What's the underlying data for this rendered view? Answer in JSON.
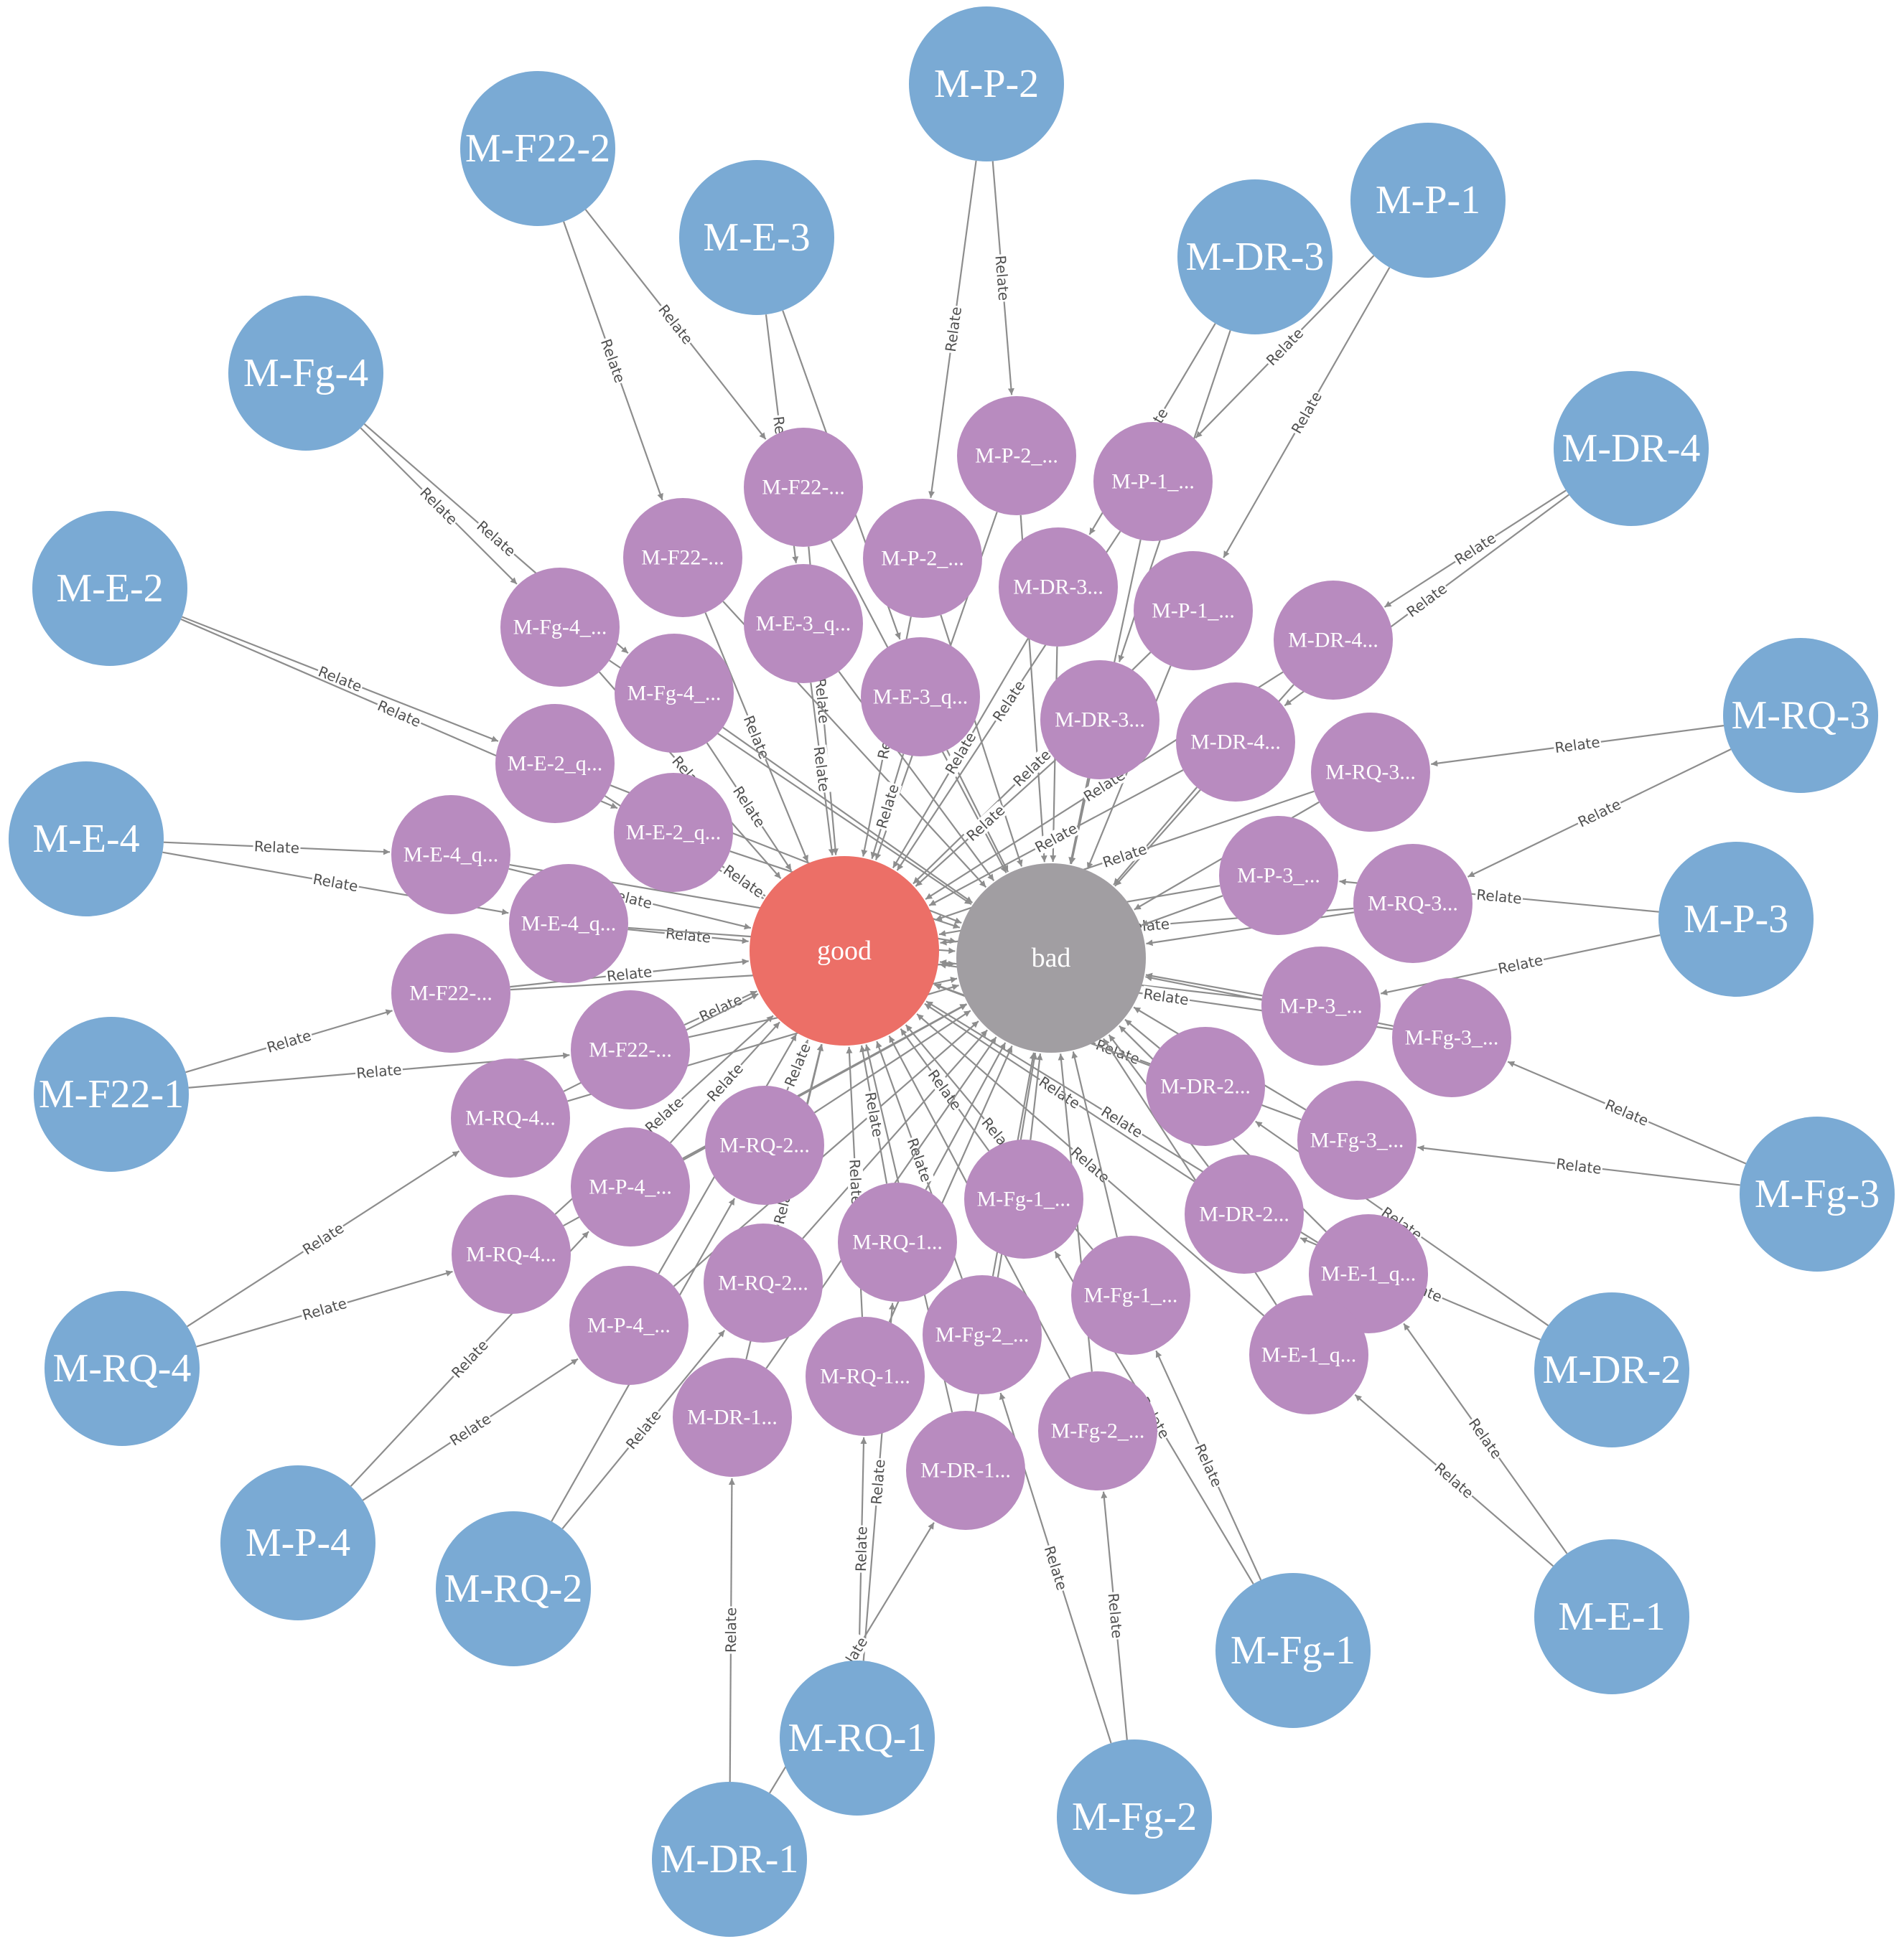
{
  "colors": {
    "source_node": "#7aaad4",
    "query_node": "#b88bbf",
    "good_node": "#ec6f67",
    "bad_node": "#a19ea2",
    "edge": "#8d8d8d"
  },
  "edge_label": "Relate",
  "hubs": [
    {
      "id": "good",
      "label": "good"
    },
    {
      "id": "bad",
      "label": "bad"
    }
  ],
  "sources": [
    {
      "id": "M-P-2",
      "label": "M-P-2"
    },
    {
      "id": "M-F22-2",
      "label": "M-F22-2"
    },
    {
      "id": "M-E-3",
      "label": "M-E-3"
    },
    {
      "id": "M-P-1",
      "label": "M-P-1"
    },
    {
      "id": "M-DR-3",
      "label": "M-DR-3"
    },
    {
      "id": "M-Fg-4",
      "label": "M-Fg-4"
    },
    {
      "id": "M-DR-4",
      "label": "M-DR-4"
    },
    {
      "id": "M-E-2",
      "label": "M-E-2"
    },
    {
      "id": "M-RQ-3",
      "label": "M-RQ-3"
    },
    {
      "id": "M-E-4",
      "label": "M-E-4"
    },
    {
      "id": "M-P-3",
      "label": "M-P-3"
    },
    {
      "id": "M-F22-1",
      "label": "M-F22-1"
    },
    {
      "id": "M-Fg-3",
      "label": "M-Fg-3"
    },
    {
      "id": "M-RQ-4",
      "label": "M-RQ-4"
    },
    {
      "id": "M-DR-2",
      "label": "M-DR-2"
    },
    {
      "id": "M-P-4",
      "label": "M-P-4"
    },
    {
      "id": "M-RQ-2",
      "label": "M-RQ-2"
    },
    {
      "id": "M-E-1",
      "label": "M-E-1"
    },
    {
      "id": "M-Fg-1",
      "label": "M-Fg-1"
    },
    {
      "id": "M-RQ-1",
      "label": "M-RQ-1"
    },
    {
      "id": "M-Fg-2",
      "label": "M-Fg-2"
    },
    {
      "id": "M-DR-1",
      "label": "M-DR-1"
    }
  ],
  "queries": [
    {
      "id": "q-P-2-a",
      "label": "M-P-2_...",
      "source": "M-P-2"
    },
    {
      "id": "q-P-2-b",
      "label": "M-P-2_...",
      "source": "M-P-2"
    },
    {
      "id": "q-F22-2-a",
      "label": "M-F22-...",
      "source": "M-F22-2"
    },
    {
      "id": "q-F22-2-b",
      "label": "M-F22-...",
      "source": "M-F22-2"
    },
    {
      "id": "q-E-3-a",
      "label": "M-E-3_q...",
      "source": "M-E-3"
    },
    {
      "id": "q-E-3-b",
      "label": "M-E-3_q...",
      "source": "M-E-3"
    },
    {
      "id": "q-P-1-a",
      "label": "M-P-1_...",
      "source": "M-P-1"
    },
    {
      "id": "q-P-1-b",
      "label": "M-P-1_...",
      "source": "M-P-1"
    },
    {
      "id": "q-DR-3-a",
      "label": "M-DR-3...",
      "source": "M-DR-3"
    },
    {
      "id": "q-DR-3-b",
      "label": "M-DR-3...",
      "source": "M-DR-3"
    },
    {
      "id": "q-Fg-4-a",
      "label": "M-Fg-4_...",
      "source": "M-Fg-4"
    },
    {
      "id": "q-Fg-4-b",
      "label": "M-Fg-4_...",
      "source": "M-Fg-4"
    },
    {
      "id": "q-DR-4-a",
      "label": "M-DR-4...",
      "source": "M-DR-4"
    },
    {
      "id": "q-DR-4-b",
      "label": "M-DR-4...",
      "source": "M-DR-4"
    },
    {
      "id": "q-E-2-a",
      "label": "M-E-2_q...",
      "source": "M-E-2"
    },
    {
      "id": "q-E-2-b",
      "label": "M-E-2_q...",
      "source": "M-E-2"
    },
    {
      "id": "q-RQ-3-a",
      "label": "M-RQ-3...",
      "source": "M-RQ-3"
    },
    {
      "id": "q-RQ-3-b",
      "label": "M-RQ-3...",
      "source": "M-RQ-3"
    },
    {
      "id": "q-E-4-a",
      "label": "M-E-4_q...",
      "source": "M-E-4"
    },
    {
      "id": "q-E-4-b",
      "label": "M-E-4_q...",
      "source": "M-E-4"
    },
    {
      "id": "q-P-3-a",
      "label": "M-P-3_...",
      "source": "M-P-3"
    },
    {
      "id": "q-P-3-b",
      "label": "M-P-3_...",
      "source": "M-P-3"
    },
    {
      "id": "q-F22-1-a",
      "label": "M-F22-...",
      "source": "M-F22-1"
    },
    {
      "id": "q-F22-1-b",
      "label": "M-F22-...",
      "source": "M-F22-1"
    },
    {
      "id": "q-Fg-3-a",
      "label": "M-Fg-3_...",
      "source": "M-Fg-3"
    },
    {
      "id": "q-Fg-3-b",
      "label": "M-Fg-3_...",
      "source": "M-Fg-3"
    },
    {
      "id": "q-RQ-4-a",
      "label": "M-RQ-4...",
      "source": "M-RQ-4"
    },
    {
      "id": "q-RQ-4-b",
      "label": "M-RQ-4...",
      "source": "M-RQ-4"
    },
    {
      "id": "q-DR-2-a",
      "label": "M-DR-2...",
      "source": "M-DR-2"
    },
    {
      "id": "q-DR-2-b",
      "label": "M-DR-2...",
      "source": "M-DR-2"
    },
    {
      "id": "q-P-4-a",
      "label": "M-P-4_...",
      "source": "M-P-4"
    },
    {
      "id": "q-P-4-b",
      "label": "M-P-4_...",
      "source": "M-P-4"
    },
    {
      "id": "q-RQ-2-a",
      "label": "M-RQ-2...",
      "source": "M-RQ-2"
    },
    {
      "id": "q-RQ-2-b",
      "label": "M-RQ-2...",
      "source": "M-RQ-2"
    },
    {
      "id": "q-E-1-a",
      "label": "M-E-1_q...",
      "source": "M-E-1"
    },
    {
      "id": "q-E-1-b",
      "label": "M-E-1_q...",
      "source": "M-E-1"
    },
    {
      "id": "q-Fg-1-a",
      "label": "M-Fg-1_...",
      "source": "M-Fg-1"
    },
    {
      "id": "q-Fg-1-b",
      "label": "M-Fg-1_...",
      "source": "M-Fg-1"
    },
    {
      "id": "q-RQ-1-a",
      "label": "M-RQ-1...",
      "source": "M-RQ-1"
    },
    {
      "id": "q-RQ-1-b",
      "label": "M-RQ-1...",
      "source": "M-RQ-1"
    },
    {
      "id": "q-Fg-2-a",
      "label": "M-Fg-2_...",
      "source": "M-Fg-2"
    },
    {
      "id": "q-Fg-2-b",
      "label": "M-Fg-2_...",
      "source": "M-Fg-2"
    },
    {
      "id": "q-DR-1-a",
      "label": "M-DR-1...",
      "source": "M-DR-1"
    },
    {
      "id": "q-DR-1-b",
      "label": "M-DR-1...",
      "source": "M-DR-1"
    }
  ]
}
